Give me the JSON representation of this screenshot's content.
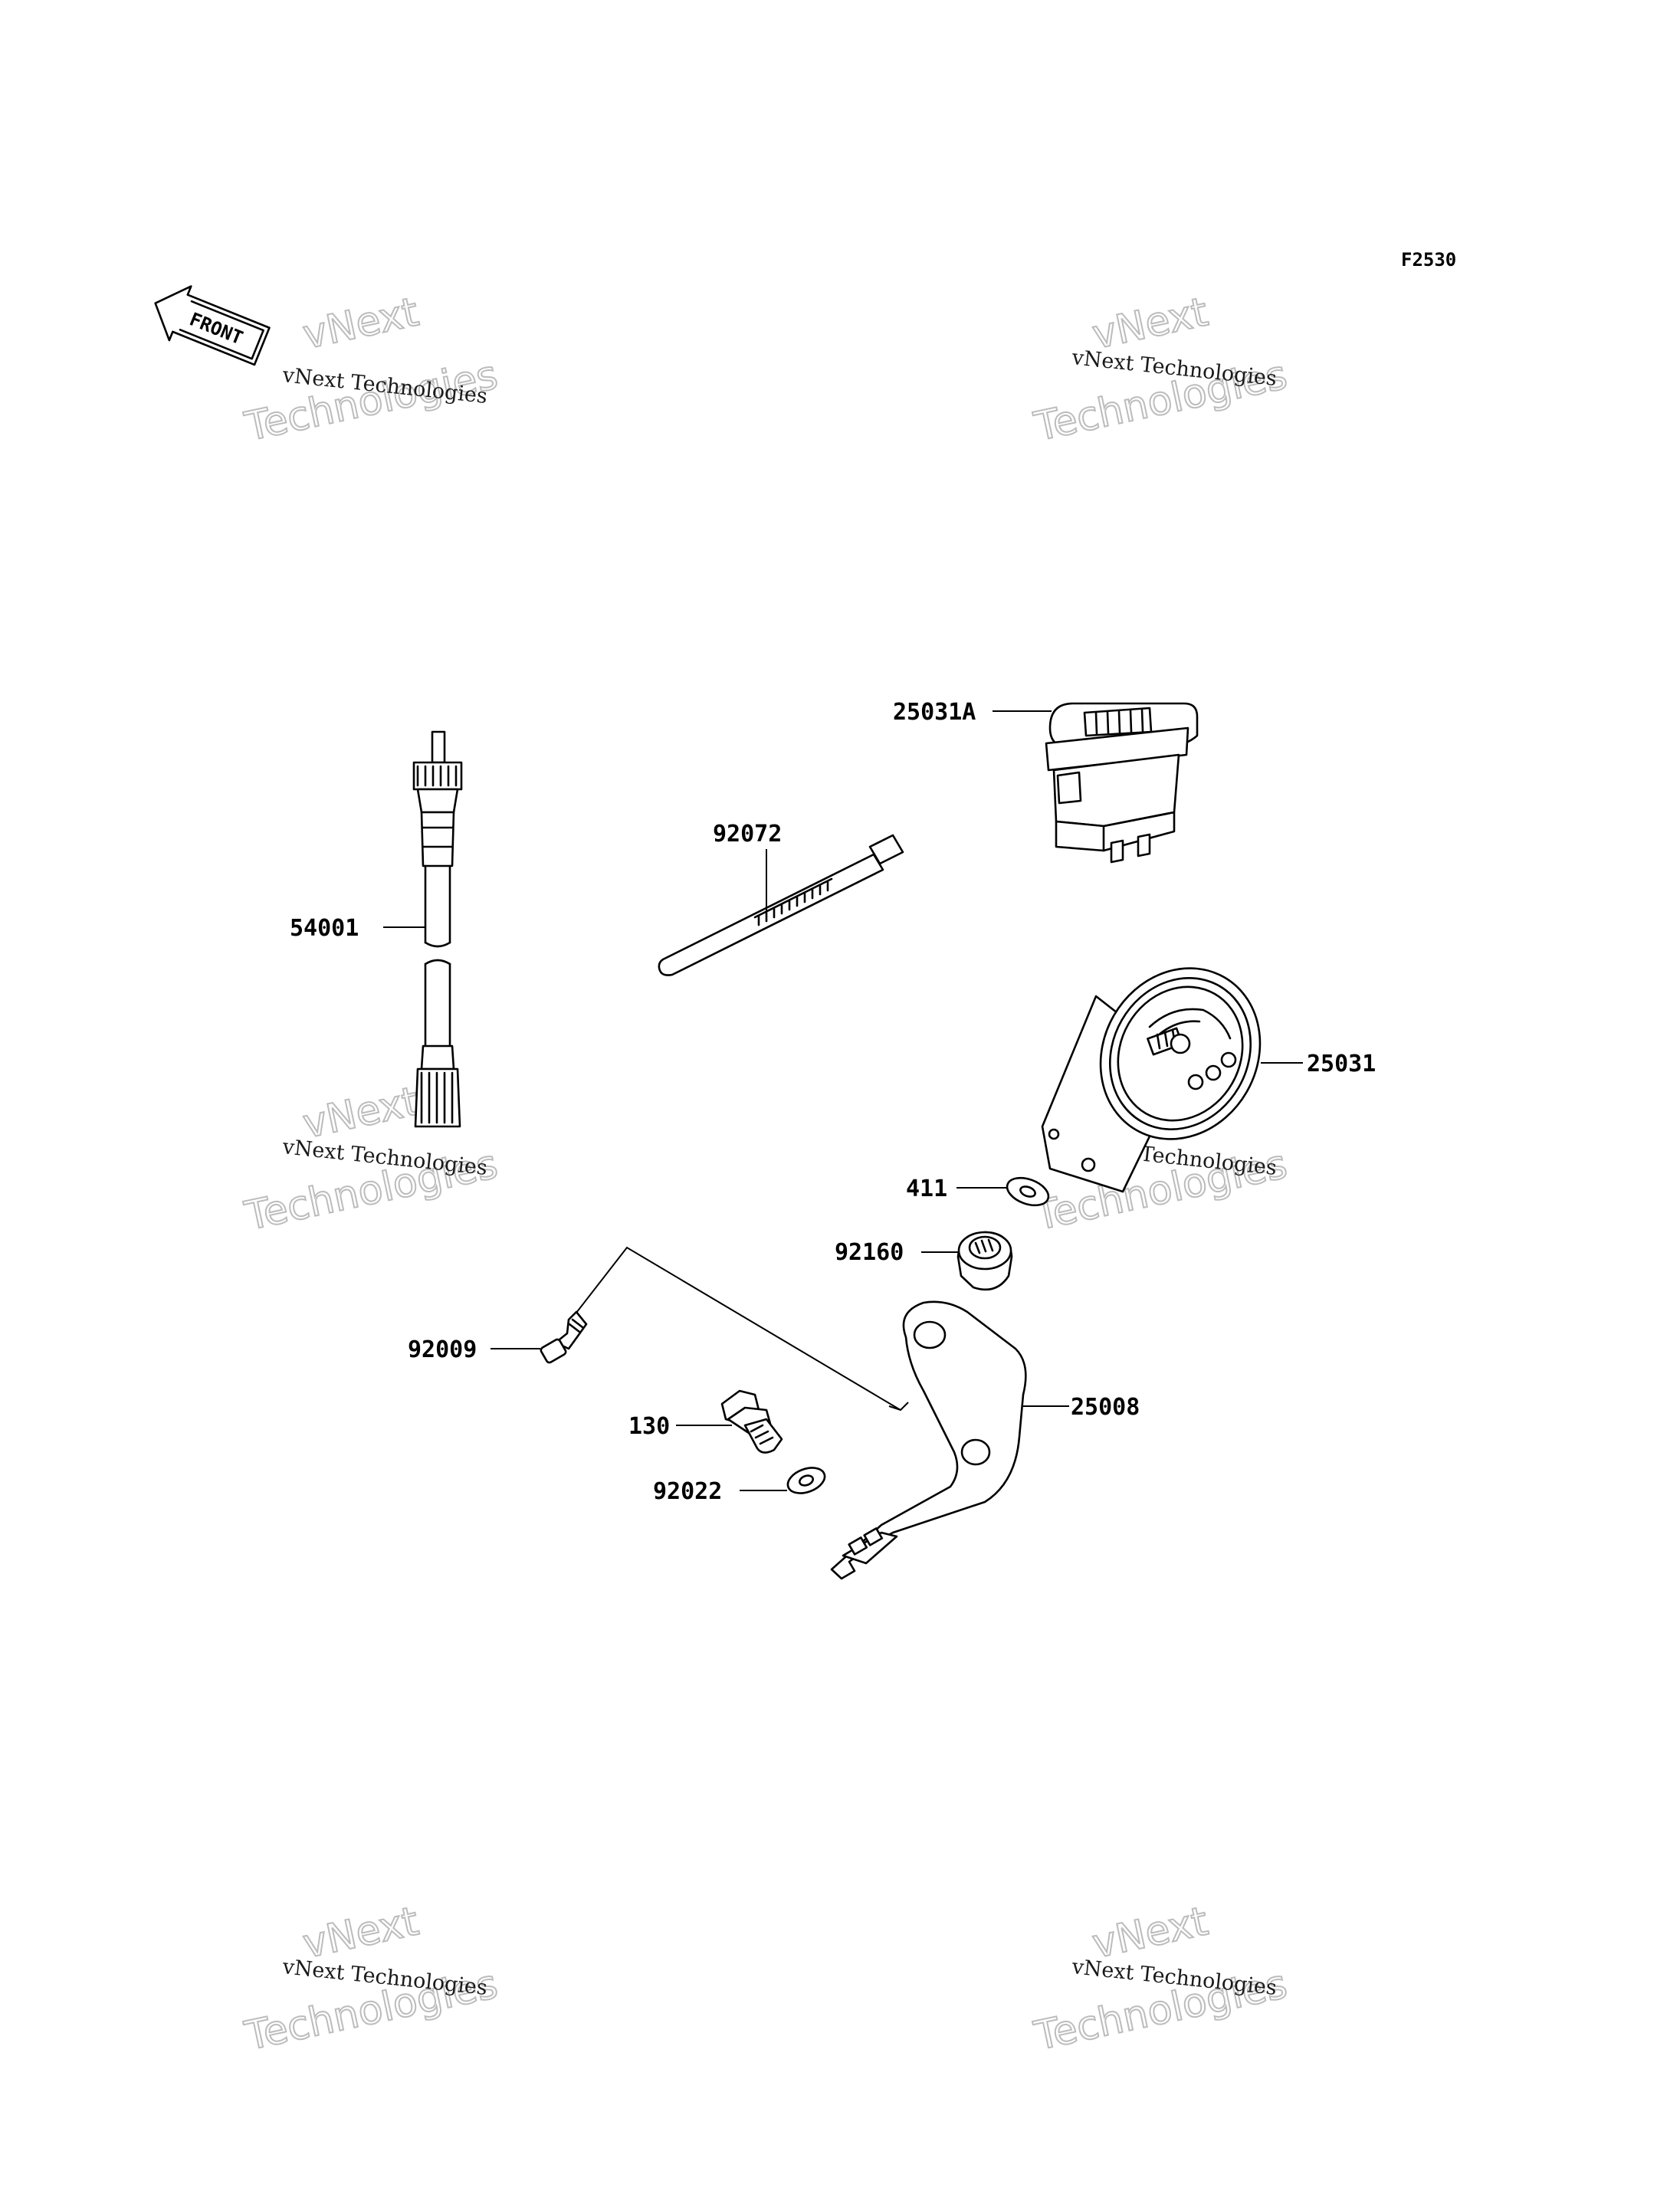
{
  "diagram_code": "F2530",
  "front_arrow_label": "FRONT",
  "watermark": {
    "line_small": "vNext Technologies",
    "line_big_1": "vNext",
    "line_big_2": "Technologies"
  },
  "callouts": {
    "p25031A": "25031A",
    "p92072": "92072",
    "p54001": "54001",
    "p25031": "25031",
    "p411": "411",
    "p92160": "92160",
    "p92009": "92009",
    "p25008": "25008",
    "p130": "130",
    "p92022": "92022"
  }
}
